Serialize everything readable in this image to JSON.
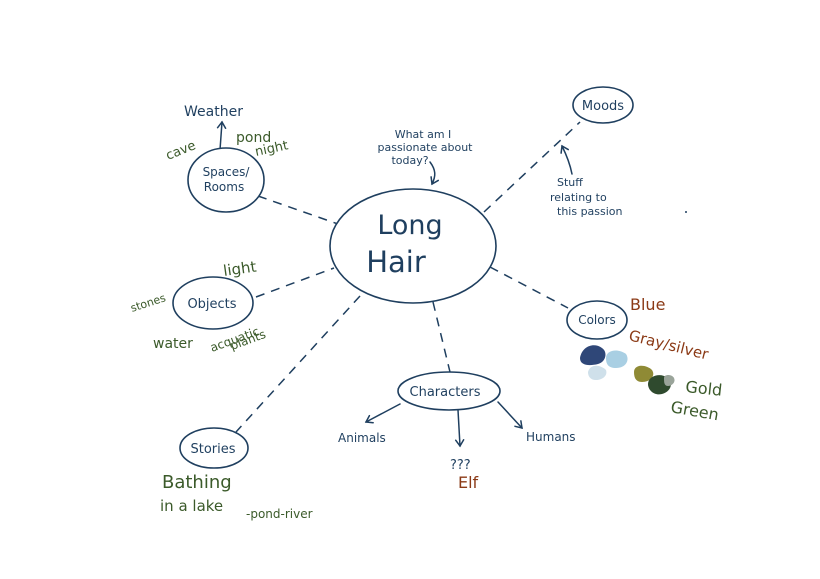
{
  "colors": {
    "ink": "#1f3f5f",
    "green": "#3b5a2a",
    "brown": "#8b3a16",
    "swatch_navy": "#2f4778",
    "swatch_light_blue": "#a9cfe3",
    "swatch_pale_blue": "#cfe0ea",
    "swatch_gold": "#8f8a35",
    "swatch_dark_green": "#2f4a2e",
    "swatch_gray_green": "#9aa49a"
  },
  "center": {
    "line1": "Long",
    "line2": "Hair"
  },
  "prompt": {
    "line1": "What am I",
    "line2": "passionate about",
    "line3": "today?"
  },
  "moods": {
    "label": "Moods",
    "note1": "Stuff",
    "note2": "relating to",
    "note3": "this passion"
  },
  "spaces": {
    "line1": "Spaces/",
    "line2": "Rooms",
    "sub": {
      "weather": "Weather",
      "cave": "cave",
      "pond": "pond",
      "night": "night"
    }
  },
  "objects": {
    "label": "Objects",
    "sub": {
      "light": "light",
      "stones": "stones",
      "water": "water",
      "acquatic1": "acquatic",
      "acquatic2": "plants"
    }
  },
  "colors_node": {
    "label": "Colors",
    "sub": {
      "blue": "Blue",
      "gray": "Gray/silver",
      "gold": "Gold",
      "green": "Green"
    }
  },
  "characters": {
    "label": "Characters",
    "sub": {
      "animals": "Animals",
      "humans": "Humans",
      "unknown": "???",
      "elf": "Elf"
    }
  },
  "stories": {
    "label": "Stories",
    "sub": {
      "line1": "Bathing",
      "line2a": "in a lake",
      "line2b": "-pond-river"
    }
  }
}
